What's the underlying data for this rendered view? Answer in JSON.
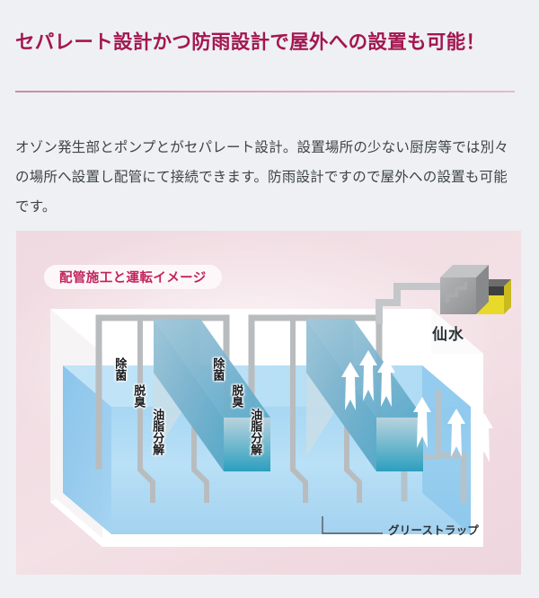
{
  "heading": "セパレート設計かつ防雨設計で屋外への設置も可能！",
  "body": "オゾン発生部とポンプとがセパレート設計。設置場所の少ない厨房等では別々の場所へ設置し配管にて接続できます。防雨設計ですので屋外への設置も可能です。",
  "colors": {
    "heading": "#a31650",
    "rule": "#d49fb7",
    "body_text": "#3d4348",
    "panel_pink": "#f1dde3",
    "badge_bg": "#fdf7f9",
    "badge_text": "#c2255c",
    "water_light": "#aed9f2",
    "water_mid": "#8ecbee",
    "plate_teal": "#3ba8c6",
    "plate_pale": "#a9c9d8",
    "pipe_gray": "#b9bcbe",
    "machine_gray": "#9a9c9e",
    "machine_yellow": "#e8d92a",
    "machine_dark": "#3c3c3c",
    "tank_white": "#ffffff"
  },
  "diagram": {
    "badge": "配管施工と運転イメージ",
    "machine_label": "仙水",
    "trap_label": "グリーストラップ",
    "plate_labels_group_a": [
      "除菌",
      "脱臭",
      "油脂分解"
    ],
    "plate_labels_group_b": [
      "除菌",
      "脱臭",
      "油脂分解"
    ]
  }
}
